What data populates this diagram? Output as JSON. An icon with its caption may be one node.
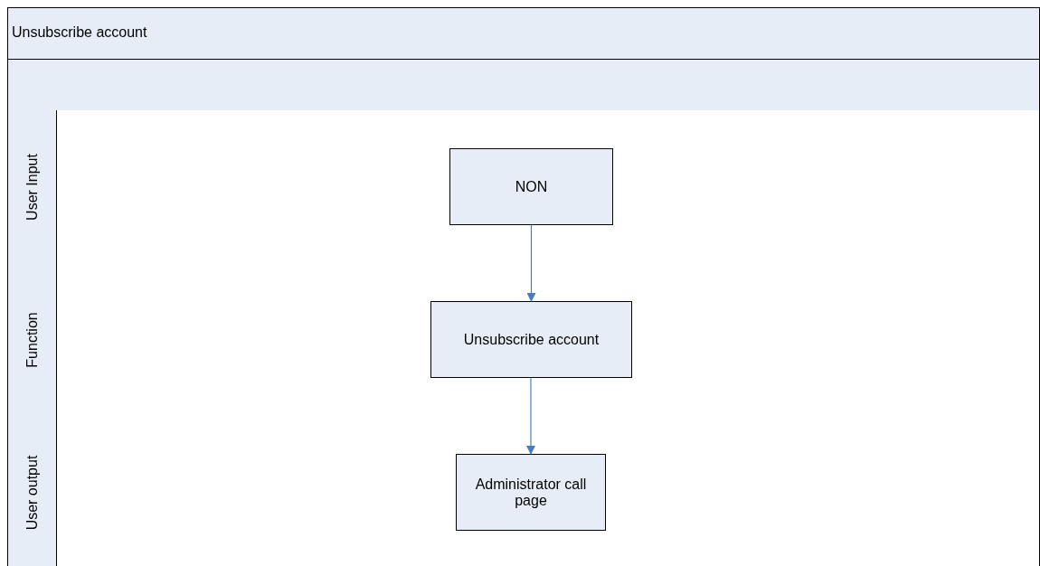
{
  "diagram": {
    "title": "Unsubscribe account",
    "nodes": [
      {
        "text": [
          "User Input"
        ]
      },
      {
        "text": [
          "NON"
        ],
        "in": 0
      },
      {
        "text": [
          "Function"
        ]
      },
      {
        "text": [
          "Unsubscribe account"
        ],
        "in": 2
      },
      {
        "text": [
          "User output"
        ]
      },
      {
        "text": [
          "Administrator call page"
        ],
        "in": 4
      }
    ],
    "edges": [
      {
        "from": 1,
        "to": 3,
        "arrow": "to"
      },
      {
        "from": 3,
        "to": 5,
        "arrow": "to"
      }
    ]
  }
}
